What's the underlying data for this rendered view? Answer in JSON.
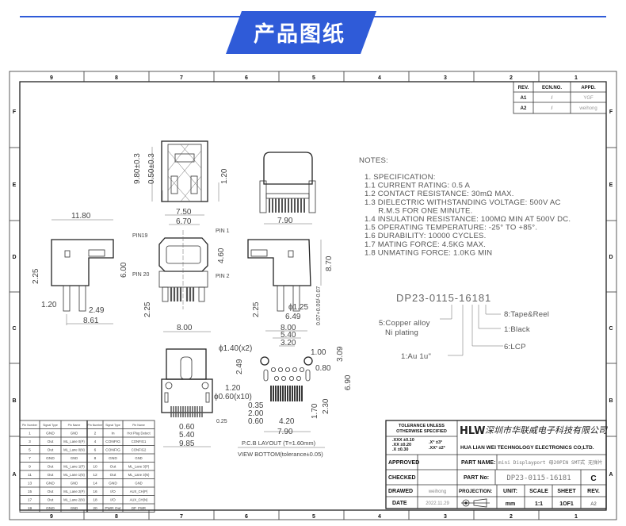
{
  "header": {
    "title": "产品图纸",
    "accent": "#2f5bd8"
  },
  "grid": {
    "columns": [
      "9",
      "8",
      "7",
      "6",
      "5",
      "4",
      "3",
      "2",
      "1"
    ],
    "rows": [
      "F",
      "E",
      "D",
      "C",
      "B",
      "A"
    ]
  },
  "revision_table": {
    "headers": [
      "REV.",
      "ECN.NO.",
      "APPD."
    ],
    "rows": [
      [
        "A1",
        "/",
        "YGF"
      ],
      [
        "A2",
        "/",
        "weihong"
      ]
    ]
  },
  "views": {
    "top": {
      "dims": [
        "9.80±0.3",
        "0.50±0.3",
        "1.20"
      ]
    },
    "back": {
      "dims": [
        "7.90"
      ]
    },
    "left": {
      "dims": [
        "11.80",
        "2.25",
        "1.20",
        "2.49",
        "8.61"
      ]
    },
    "front": {
      "dims": [
        "7.50",
        "6.70",
        "4.60",
        "6.00",
        "2.25"
      ],
      "pins": [
        "PIN19",
        "PIN 1",
        "PIN 20",
        "PIN 2"
      ]
    },
    "right": {
      "dims": [
        "8.70",
        "2.25",
        "ϕ1.25",
        "6.49",
        "0.07+0.00/-0.07"
      ]
    },
    "bottom": {
      "dims": [
        "8.00",
        "0.60",
        "5.40",
        "9.85",
        "0.25"
      ]
    },
    "pcb": {
      "dims": [
        "8.00",
        "5.40",
        "3.20",
        "ϕ1.40(x2)",
        "1.00",
        "3.09",
        "2.49",
        "0.80",
        "6.90",
        "1.20",
        "ϕ0.60(x10)",
        "0.35",
        "2.00",
        "0.60",
        "4.20",
        "1.70",
        "2.30",
        "7.90"
      ],
      "caption": "P.C.B LAYOUT (T=1.60mm)",
      "subcaption": "VIEW BOTTOM(tolerance±0.05)"
    }
  },
  "notes": {
    "title": "NOTES:",
    "lines": [
      "1. SPECIFICATION:",
      "1.1 CURRENT RATING: 0.5 A",
      "1.2 CONTACT RESISTANCE: 30mΩ MAX.",
      "1.3 DIELECTRIC WITHSTANDING VOLTAGE: 500V AC",
      "      R.M.S FOR ONE MINUTE.",
      "1.4 INSULATION RESISTANCE: 100MΩ MIN AT 500V DC.",
      "1.5 OPERATING TEMPERATURE: -25° TO +85°.",
      "1.6 DURABILITY: 10000 CYCLES.",
      "1.7 MATING FORCE: 4.5KG MAX.",
      "1.8 UNMATING FORCE: 1.0KG MIN"
    ]
  },
  "part_code": {
    "code": "DP23-0115-16181",
    "callouts": [
      "8:Tape&Reel",
      "5:Copper alloy",
      "Ni plating",
      "1:Black",
      "6:LCP",
      "1:Au 1u\""
    ]
  },
  "pin_table": {
    "headers": [
      "Pin Number",
      "Signal Type",
      "Pin Name",
      "Pin Number",
      "Signal Type",
      "Pin Name"
    ],
    "rows": [
      [
        "1",
        "GND",
        "GND",
        "2",
        "In",
        "Hot Plug Detect"
      ],
      [
        "3",
        "Out",
        "ML_Lane 0(P)",
        "4",
        "CONFIG",
        "CONFIG1"
      ],
      [
        "5",
        "Out",
        "ML_Lane 0(N)",
        "6",
        "CONFIG",
        "CONFIG2"
      ],
      [
        "7",
        "GND",
        "GND",
        "8",
        "GND",
        "GND"
      ],
      [
        "9",
        "Out",
        "ML_Lane 1(P)",
        "10",
        "Out",
        "ML_Lane 3(P)"
      ],
      [
        "11",
        "Out",
        "ML_Lane 1(N)",
        "12",
        "Out",
        "ML_Lane 3(N)"
      ],
      [
        "13",
        "GND",
        "GND",
        "14",
        "GND",
        "GND"
      ],
      [
        "15",
        "Out",
        "ML_Lane 2(P)",
        "16",
        "I/O",
        "AUX_CH(P)"
      ],
      [
        "17",
        "Out",
        "ML_Lane 2(N)",
        "18",
        "I/O",
        "AUX_CH(N)"
      ],
      [
        "19",
        "GND",
        "GND",
        "20",
        "PWR Out",
        "DP_PWR"
      ]
    ]
  },
  "title_block": {
    "tolerance_title": "TOLERANCE UNLESS",
    "tolerance_title2": "OTHERWISE SPECIFIED",
    "tol1": ".XXX ±0.10",
    "tol2": ".XX  ±0.20",
    "tol3": ".X   ±0.30",
    "tol4": ".X°  ±3°",
    "tol5": ".XX° ±2°",
    "logo": "HLW",
    "company_cn": "深圳市华联威电子科技有限公司",
    "company_en": "HUA LIAN WEI TECHNOLOGY ELECTRONICS CO;LTD.",
    "approved_label": "APPROVED",
    "checked_label": "CHECKED",
    "drawed_label": "DRAWED",
    "drawed_value": "weihong",
    "date_label": "DATE",
    "date_value": "2022.11.29",
    "part_name_label": "PART NAME:",
    "part_name_value": "mini Displayport 母20PIN SMT式 无弹片",
    "part_no_label": "PART No:",
    "part_no_value": "DP23-0115-16181",
    "part_rev": "C",
    "projection_label": "PROJECTION:",
    "unit_label": "UNIT:",
    "unit_value": "mm",
    "scale_label": "SCALE",
    "scale_value": "1:1",
    "sheet_label": "SHEET",
    "sheet_value": "1OF1",
    "rev_label": "REV.",
    "rev_value": "A2"
  }
}
